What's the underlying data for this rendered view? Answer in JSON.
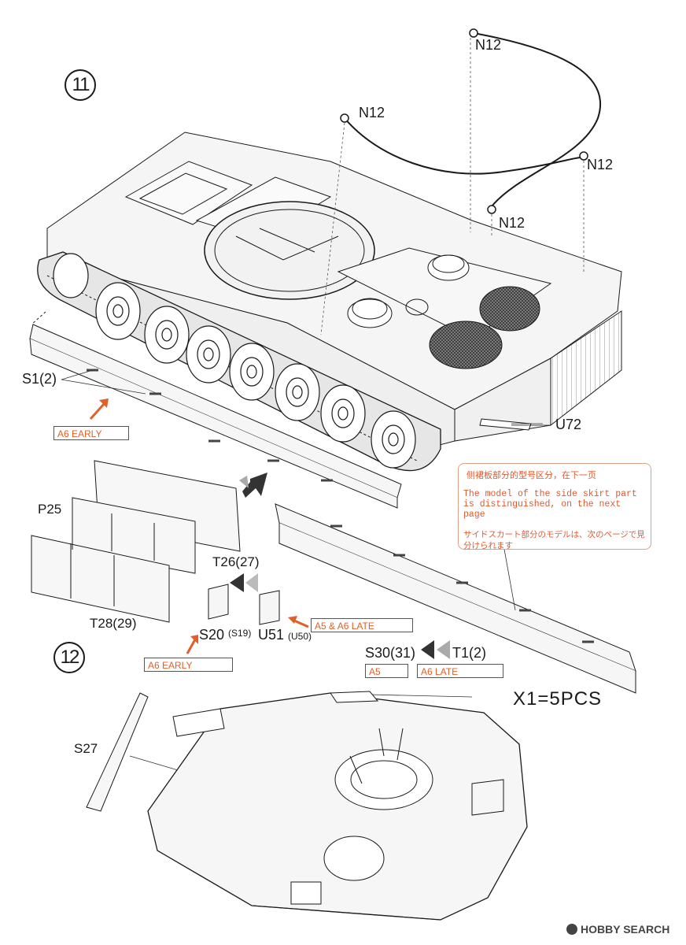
{
  "steps": [
    {
      "number": "11"
    },
    {
      "number": "12"
    }
  ],
  "parts": {
    "n12_top": "N12",
    "n12_left": "N12",
    "n12_right": "N12",
    "n12_mid": "N12",
    "s1": "S1(2)",
    "u72": "U72",
    "p25": "P25",
    "t26": "T26(27)",
    "t28": "T28(29)",
    "s20": "S20",
    "s19": "(S19)",
    "u51": "U51",
    "u50": "(U50)",
    "s30": "S30(31)",
    "t1": "T1(2)",
    "s27": "S27"
  },
  "variants": {
    "a6_early_top": "A6 EARLY",
    "a5_a6_late": "A5 & A6 LATE",
    "a6_early_mid": "A6 EARLY",
    "a5": "A5",
    "a6_late": "A6 LATE"
  },
  "note": {
    "zh": "侧裙板部分的型号区分，在下一页",
    "en": "The model of the side skirt part is distinguished, on the next page",
    "ja": "サイドスカート部分のモデルは、次のページで見分けられます"
  },
  "quantity": "X1=5PCS",
  "watermark": "HOBBY SEARCH",
  "colors": {
    "accent": "#e0602a",
    "line": "#1a1a1a",
    "panel": "#f4f4f4"
  }
}
